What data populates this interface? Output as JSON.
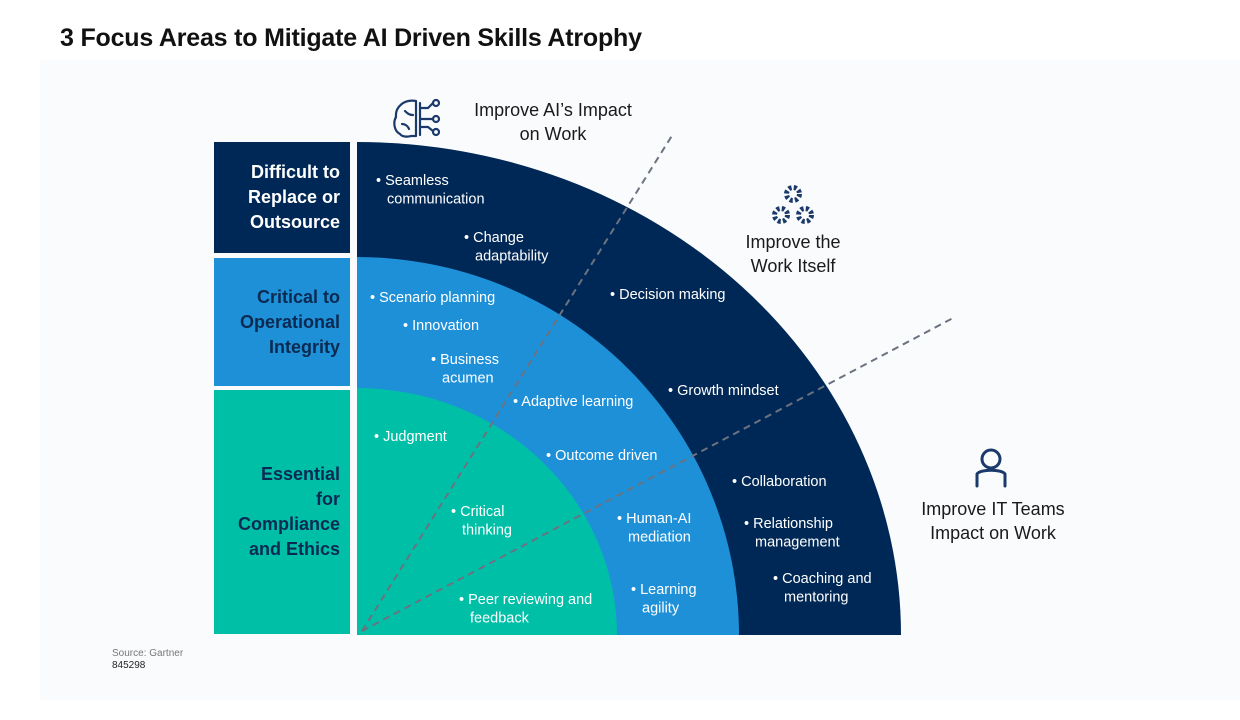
{
  "title": "3 Focus Areas to Mitigate AI Driven Skills Atrophy",
  "rows": [
    {
      "label": "Difficult to\nReplace or\nOutsource"
    },
    {
      "label": "Critical to\nOperational\nIntegrity"
    },
    {
      "label": "Essential\nfor\nCompliance\nand Ethics"
    }
  ],
  "axes": [
    {
      "label": "Improve AI’s Impact\non Work",
      "icon": "brain-circuit-icon"
    },
    {
      "label": "Improve the\nWork Itself",
      "icon": "gears-icon"
    },
    {
      "label": "Improve IT Teams\nImpact on Work",
      "icon": "person-icon"
    }
  ],
  "skills": {
    "outer": [
      "Seamless\ncommunication",
      "Change\nadaptability",
      "Decision making",
      "Growth mindset",
      "Collaboration",
      "Relationship\nmanagement",
      "Coaching and\nmentoring"
    ],
    "middle": [
      "Scenario planning",
      "Innovation",
      "Business\nacumen",
      "Adaptive learning",
      "Outcome driven",
      "Human-AI\nmediation",
      "Learning\nagility"
    ],
    "inner": [
      "Judgment",
      "Critical\nthinking",
      "Peer reviewing and\nfeedback"
    ]
  },
  "colors": {
    "outer": "#002856",
    "middle": "#1e90d8",
    "inner": "#00bfa7",
    "icon": "#1b3a6b"
  },
  "source": {
    "text": "Source: Gartner",
    "id": "845298"
  }
}
